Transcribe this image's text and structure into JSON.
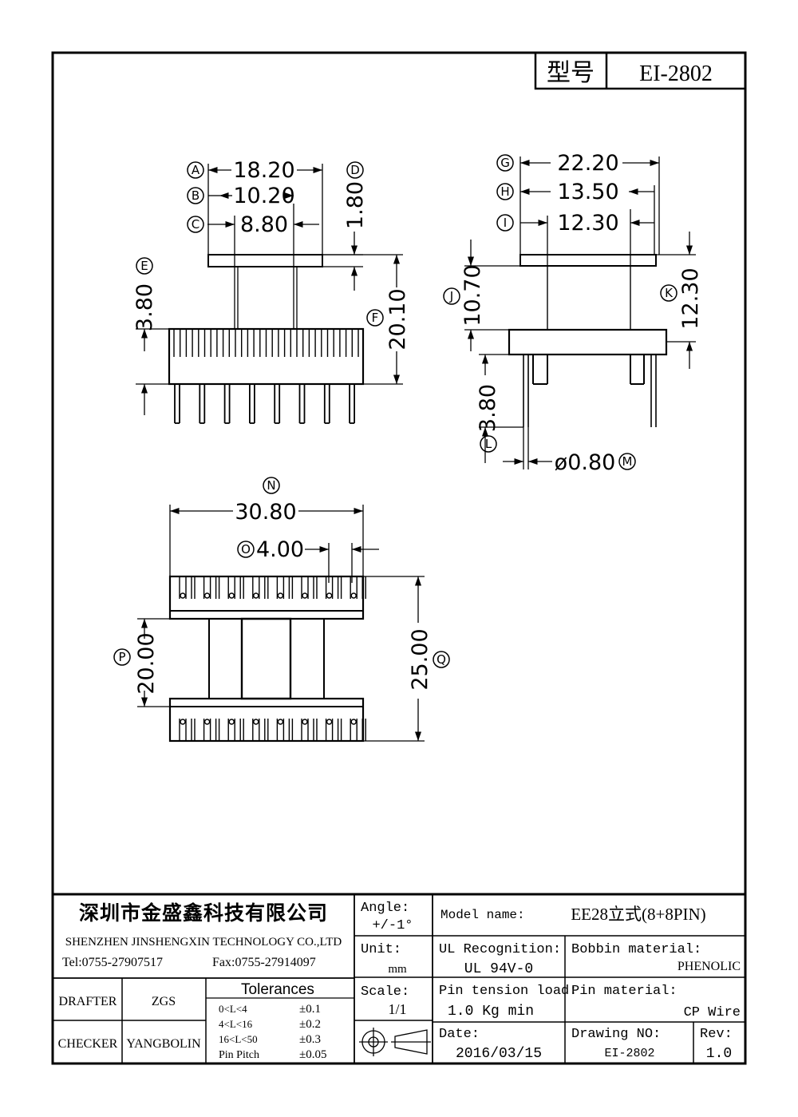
{
  "title_block": {
    "model_label": "型号",
    "model_value": "EI-2802",
    "company_cn": "深圳市金盛鑫科技有限公司",
    "company_en": "SHENZHEN JINSHENGXIN TECHNOLOGY CO.,LTD",
    "tel": "Tel:0755-27907517",
    "fax": "Fax:0755-27914097",
    "angle_label": "Angle:",
    "angle_value": "+/-1°",
    "unit_label": "Unit:",
    "unit_value": "mm",
    "scale_label": "Scale:",
    "scale_value": "1/1",
    "model_name_label": "Model name:",
    "model_name_value": "EE28立式(8+8PIN)",
    "ul_label": "UL Recognition:",
    "ul_value": "UL 94V-0",
    "bobbin_label": "Bobbin material:",
    "bobbin_value": "PHENOLIC",
    "pin_tension_label": "Pin tension load:",
    "pin_tension_value": "1.0 Kg min",
    "pin_material_label": "Pin material:",
    "pin_material_value": "CP Wire",
    "date_label": "Date:",
    "date_value": "2016/03/15",
    "drawing_no_label": "Drawing NO:",
    "drawing_no_value": "EI-2802",
    "rev_label": "Rev:",
    "rev_value": "1.0",
    "drafter_label": "DRAFTER",
    "drafter_value": "ZGS",
    "checker_label": "CHECKER",
    "checker_value": "YANGBOLIN",
    "tolerances_label": "Tolerances",
    "tolerances": [
      {
        "range": "0<L<4",
        "value": "±0.1"
      },
      {
        "range": "4<L<16",
        "value": "±0.2"
      },
      {
        "range": "16<L<50",
        "value": "±0.3"
      },
      {
        "range": "Pin Pitch",
        "value": "±0.05"
      }
    ]
  },
  "dimensions": {
    "A": {
      "letter": "A",
      "value": "18.20"
    },
    "B": {
      "letter": "B",
      "value": "10.20"
    },
    "C": {
      "letter": "C",
      "value": "8.80"
    },
    "D": {
      "letter": "D",
      "value": "1.80"
    },
    "E": {
      "letter": "E",
      "value": "3.80"
    },
    "F": {
      "letter": "F",
      "value": "20.10"
    },
    "G": {
      "letter": "G",
      "value": "22.20"
    },
    "H": {
      "letter": "H",
      "value": "13.50"
    },
    "I": {
      "letter": "I",
      "value": "12.30"
    },
    "J": {
      "letter": "J",
      "value": "10.70"
    },
    "K": {
      "letter": "K",
      "value": "12.30"
    },
    "L": {
      "letter": "L",
      "value": "3.80"
    },
    "M": {
      "letter": "M",
      "value": "ø0.80"
    },
    "N": {
      "letter": "N",
      "value": "30.80"
    },
    "O": {
      "letter": "O",
      "value": "4.00"
    },
    "P": {
      "letter": "P",
      "value": "20.00"
    },
    "Q": {
      "letter": "Q",
      "value": "25.00"
    }
  }
}
